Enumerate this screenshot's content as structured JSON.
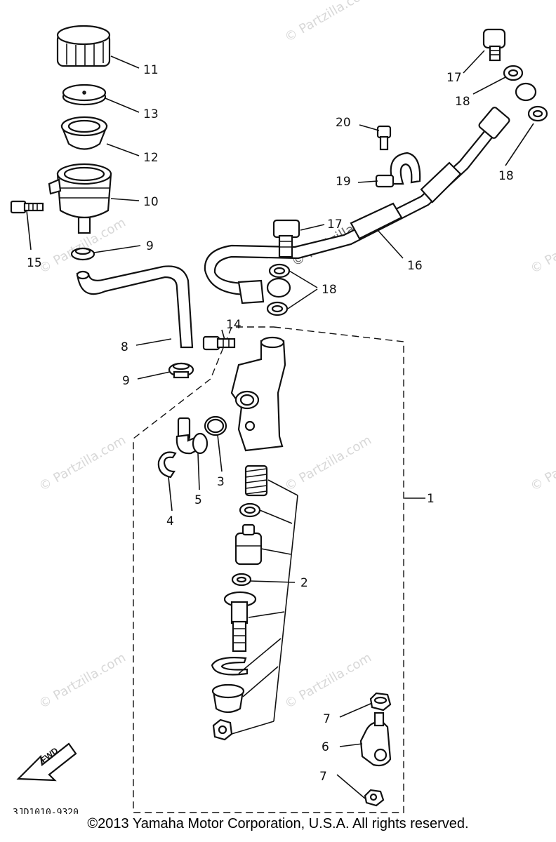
{
  "diagram": {
    "callouts": {
      "c1": "1",
      "c2": "2",
      "c3": "3",
      "c4": "4",
      "c5": "5",
      "c6": "6",
      "c7a": "7",
      "c7b": "7",
      "c8": "8",
      "c9a": "9",
      "c9b": "9",
      "c10": "10",
      "c11": "11",
      "c12": "12",
      "c13": "13",
      "c14": "14",
      "c15": "15",
      "c16": "16",
      "c17a": "17",
      "c17b": "17",
      "c18a": "18",
      "c18b": "18",
      "c18c": "18",
      "c19": "19",
      "c20": "20"
    },
    "watermark": "© Partzilla.com",
    "fwd_label": "FWD",
    "drawing_code": "3JD1010-9320"
  },
  "footer": {
    "copyright": "©2013 Yamaha Motor Corporation, U.S.A. All rights reserved."
  },
  "colors": {
    "line": "#111111",
    "background": "#ffffff",
    "watermark": "#d8d8d8"
  }
}
